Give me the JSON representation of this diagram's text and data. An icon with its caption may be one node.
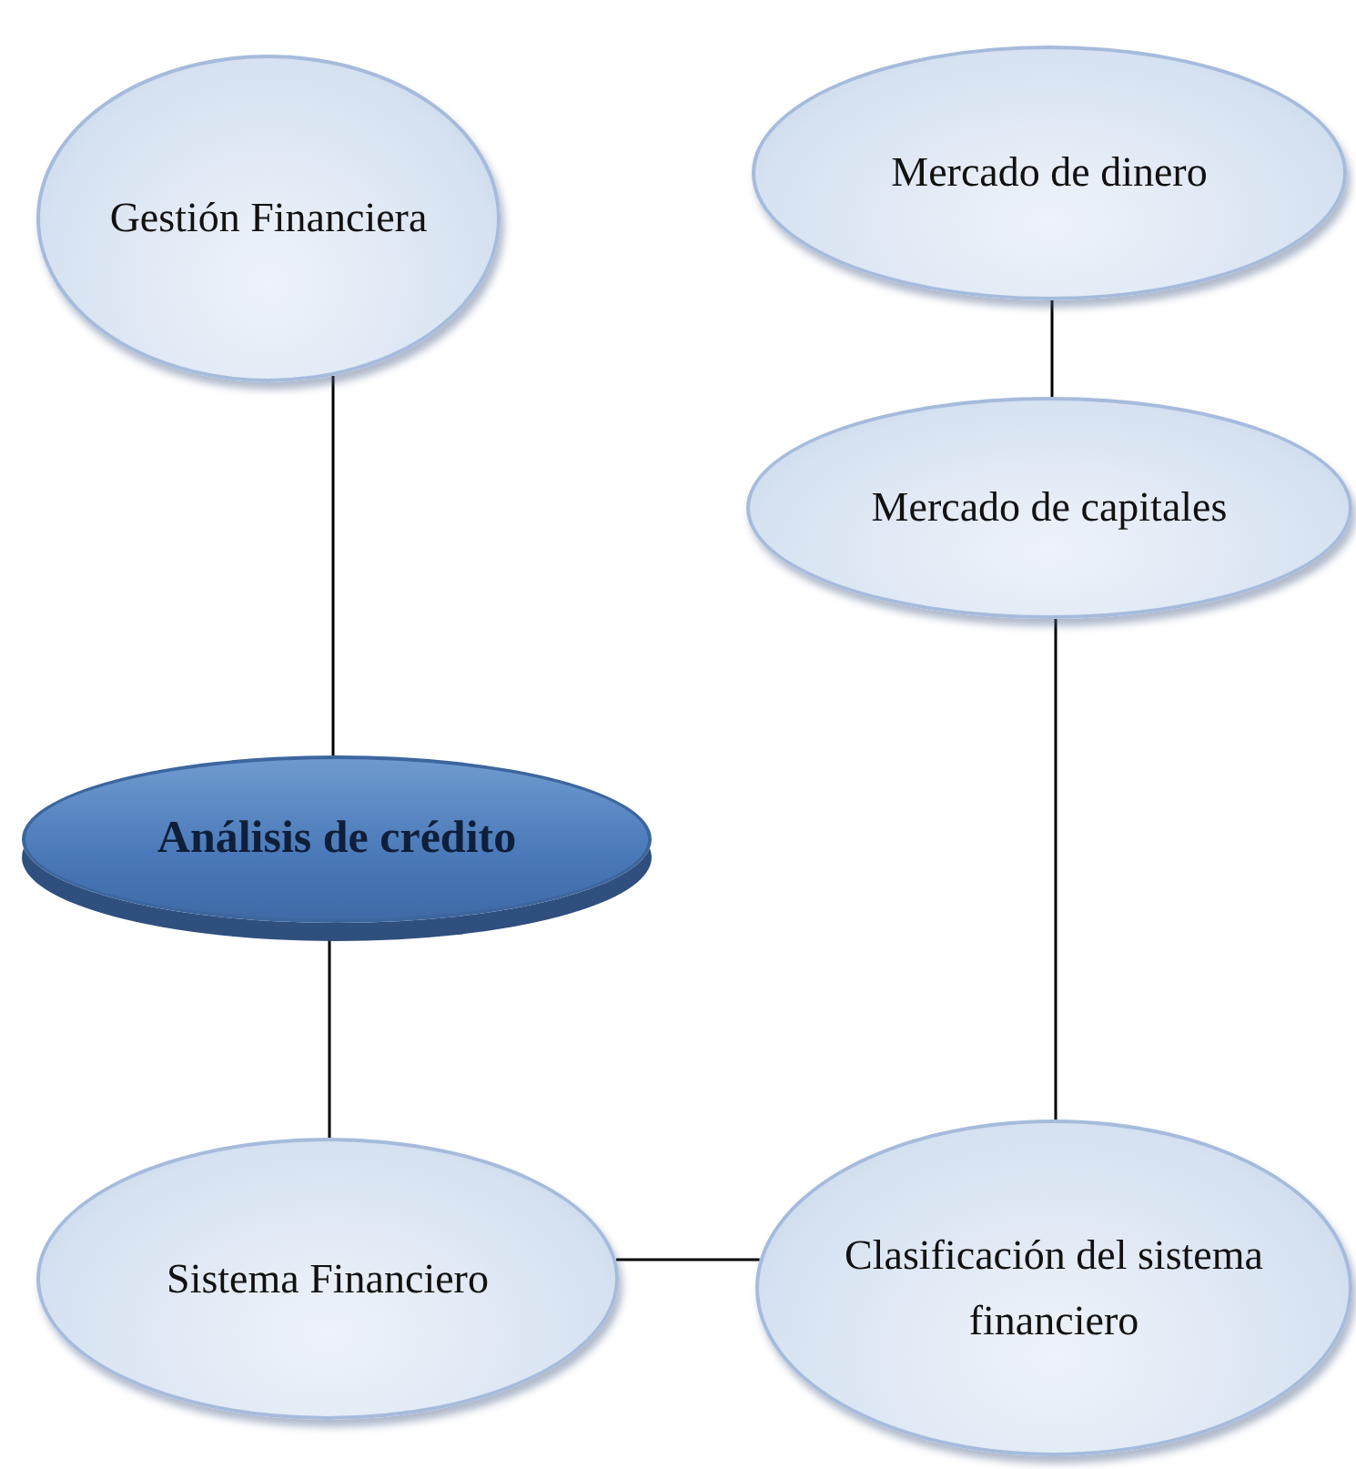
{
  "diagram": {
    "nodes": [
      {
        "text": [
          "Gestión Financiera"
        ]
      },
      {
        "text": [
          "Mercado de dinero"
        ]
      },
      {
        "text": [
          "Mercado de capitales"
        ]
      },
      {
        "text": [
          "Análisis de crédito"
        ]
      },
      {
        "text": [
          "Sistema Financiero"
        ]
      },
      {
        "text": [
          "Clasificación del sistema financiero"
        ]
      }
    ],
    "edges": [
      {
        "from": 0,
        "to": 3,
        "arrow": "none"
      },
      {
        "from": 1,
        "to": 2,
        "arrow": "none"
      },
      {
        "from": 2,
        "to": 5,
        "arrow": "none"
      },
      {
        "from": 3,
        "to": 4,
        "arrow": "none"
      },
      {
        "from": 4,
        "to": 5,
        "arrow": "none"
      }
    ]
  }
}
